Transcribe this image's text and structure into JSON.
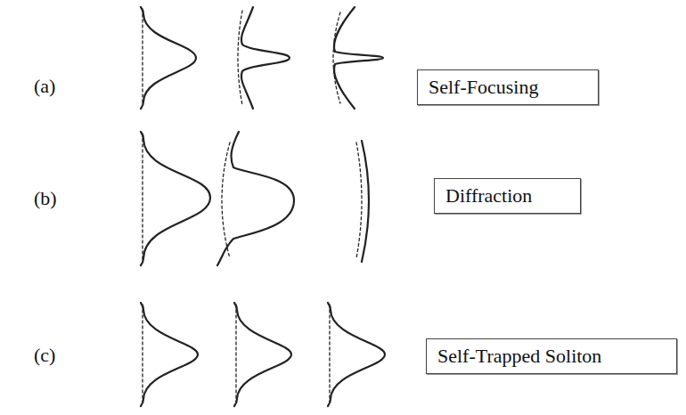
{
  "diagram": {
    "nodes": [
      {
        "text": [
          "Self-Focusing"
        ]
      },
      {
        "text": [
          "Diffraction"
        ]
      },
      {
        "text": [
          "Self-Trapped Soliton"
        ]
      }
    ],
    "labels": [
      "(a)",
      "(b)",
      "(c)"
    ]
  }
}
